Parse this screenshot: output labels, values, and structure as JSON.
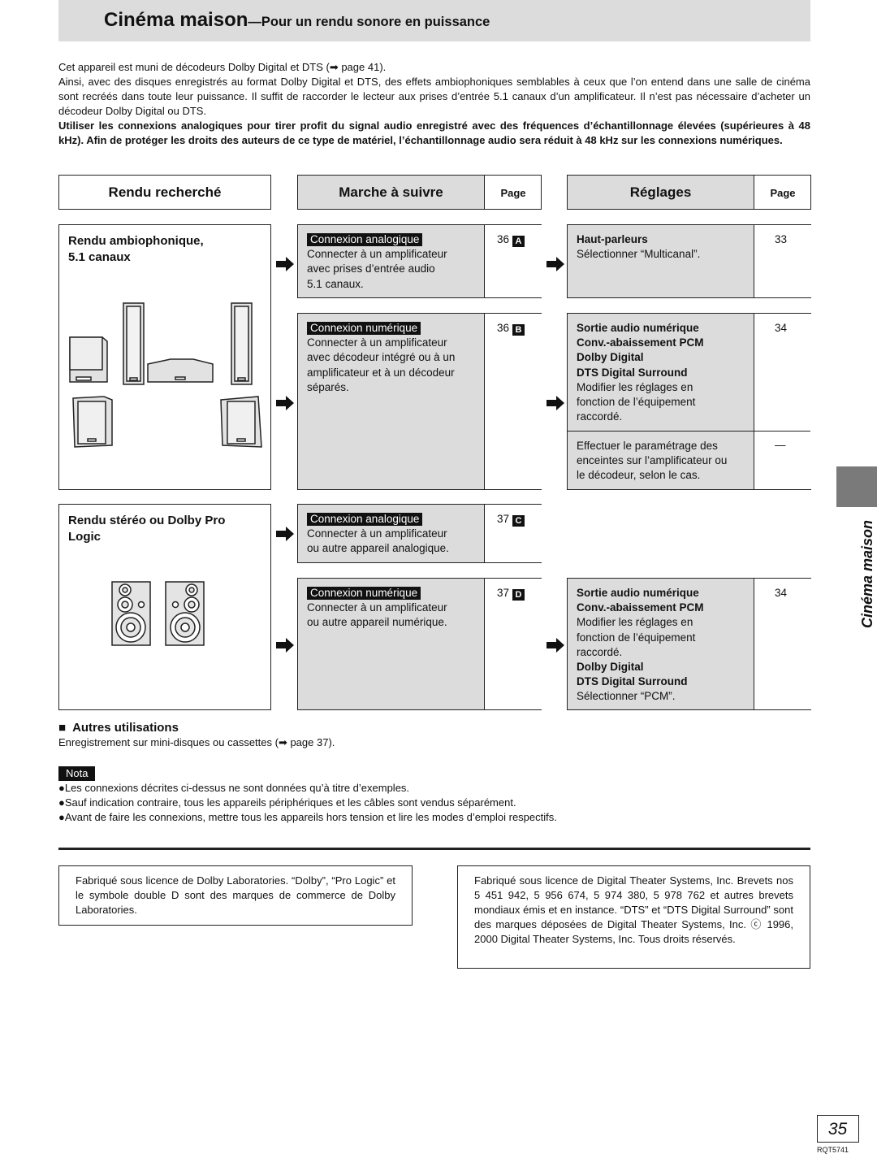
{
  "header": {
    "title_main": "Cinéma maison",
    "title_sub": "—Pour un rendu sonore en puissance"
  },
  "intro": {
    "line1": "Cet appareil est muni de décodeurs Dolby Digital et DTS (➡ page 41).",
    "para2": "Ainsi, avec des disques enregistrés au format Dolby Digital et DTS, des effets ambiophoniques semblables à ceux que l’on entend dans une salle de cinéma sont recréés dans toute leur puissance. Il suffit de raccorder le lecteur aux prises d’entrée 5.1 canaux d’un amplificateur. Il n’est pas nécessaire d’acheter un décodeur Dolby Digital ou DTS.",
    "bold_para": "Utiliser les connexions analogiques pour tirer profit du signal audio enregistré avec des fréquences d’échantillonnage élevées (supérieures à 48 kHz). Afin de protéger les droits des auteurs de ce type de matériel, l’échantillonnage audio sera réduit à 48 kHz sur les connexions numériques."
  },
  "table_headers": {
    "rendu": "Rendu recherché",
    "marche": "Marche à suivre",
    "reglages": "Réglages",
    "page": "Page"
  },
  "section1": {
    "label_line1": "Rendu ambiophonique,",
    "label_line2": "5.1 canaux",
    "analog": {
      "badge": "Connexion analogique",
      "lines": [
        "Connecter à un amplificateur",
        "avec prises d’entrée audio",
        "5.1 canaux."
      ],
      "page": "36",
      "letter": "A"
    },
    "analog_settings": {
      "title": "Haut-parleurs",
      "lines": [
        "Sélectionner “Multicanal”."
      ],
      "page": "33"
    },
    "digital": {
      "badge": "Connexion numérique",
      "lines": [
        "Connecter à un amplificateur",
        "avec décodeur intégré ou à un",
        "amplificateur et à un décodeur",
        "séparés."
      ],
      "page": "36",
      "letter": "B"
    },
    "digital_settings": {
      "bold_lines": [
        "Sortie audio numérique",
        "Conv.-abaissement PCM",
        "Dolby Digital",
        "DTS Digital Surround"
      ],
      "lines": [
        "Modifier les réglages en",
        "fonction de l’équipement",
        "raccordé."
      ],
      "page": "34"
    },
    "extra_settings": {
      "lines": [
        "Effectuer le paramétrage des",
        "enceintes sur l’amplificateur ou",
        "le décodeur, selon le cas."
      ],
      "page": "—"
    }
  },
  "section2": {
    "label_line1": "Rendu stéréo ou Dolby Pro",
    "label_line2": "Logic",
    "analog": {
      "badge": "Connexion analogique",
      "lines": [
        "Connecter à un amplificateur",
        "ou autre appareil analogique."
      ],
      "page": "37",
      "letter": "C"
    },
    "digital": {
      "badge": "Connexion numérique",
      "lines": [
        "Connecter à un amplificateur",
        "ou autre appareil numérique."
      ],
      "page": "37",
      "letter": "D"
    },
    "digital_settings": {
      "bold_a": [
        "Sortie audio numérique",
        "Conv.-abaissement PCM"
      ],
      "lines_a": [
        "Modifier les réglages en",
        "fonction de l’équipement",
        "raccordé."
      ],
      "bold_b": [
        "Dolby Digital",
        "DTS Digital Surround"
      ],
      "lines_b": [
        "Sélectionner “PCM”."
      ],
      "page": "34"
    }
  },
  "other_uses": {
    "bullet": "■",
    "heading": "Autres utilisations",
    "text": "Enregistrement sur mini-disques ou cassettes (➡ page 37)."
  },
  "nota": {
    "label": "Nota",
    "items": [
      "●Les connexions décrites ci-dessus ne sont données qu’à titre d’exemples.",
      "●Sauf indication contraire, tous les appareils périphériques et les câbles sont vendus séparément.",
      "●Avant de faire les connexions, mettre tous les appareils hors tension et lire les modes d’emploi respectifs."
    ]
  },
  "footer": {
    "dolby": "Fabriqué sous licence de Dolby Laboratories. “Dolby”, “Pro Logic” et le symbole double D sont des marques de commerce de Dolby Laboratories.",
    "dts": "Fabriqué sous licence de Digital Theater Systems, Inc. Brevets nos 5 451 942, 5 956 674, 5 974 380, 5 978 762 et autres brevets mondiaux émis et en instance. “DTS” et “DTS Digital Surround” sont des marques déposées de Digital Theater Systems, Inc. ⓒ 1996, 2000 Digital Theater Systems, Inc. Tous droits réservés."
  },
  "side_tab": {
    "label": "Cinéma maison"
  },
  "page_number": "35",
  "doc_ref": "RQT5741",
  "icons": {
    "arrow": "right-arrow-icon",
    "speakers_51": "speaker-system-51-icon",
    "speakers_stereo": "stereo-speakers-icon"
  }
}
